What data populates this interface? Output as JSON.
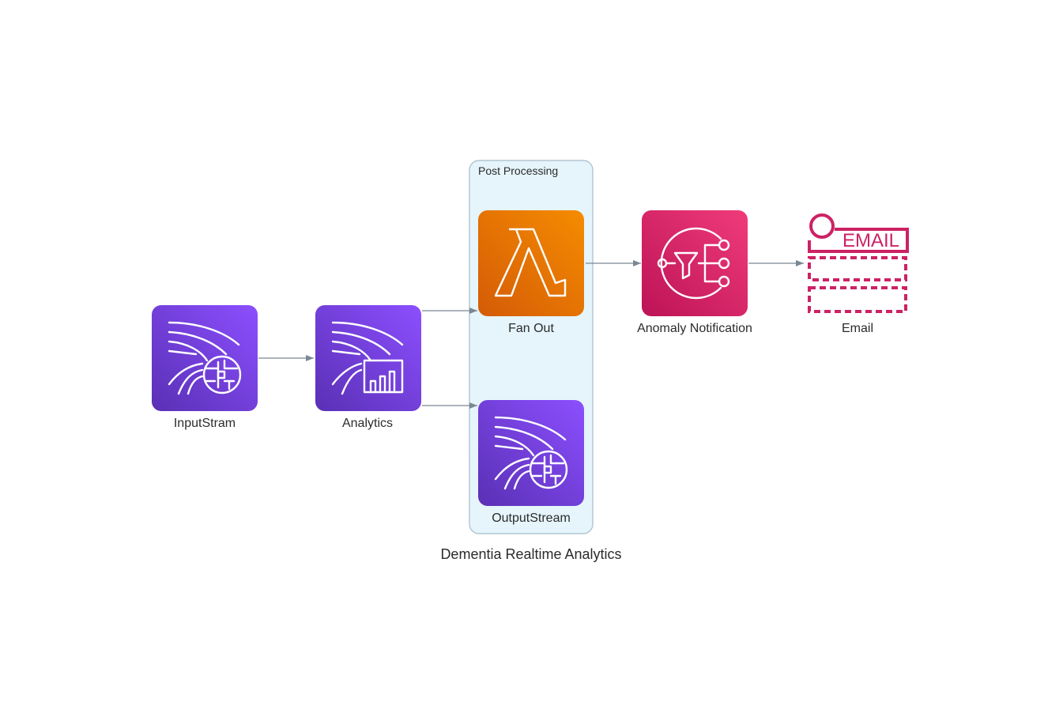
{
  "diagram": {
    "title": "Dementia Realtime Analytics",
    "cluster": {
      "label": "Post Processing"
    },
    "nodes": {
      "input_stream": {
        "label": "InputStram",
        "icon": "kinesis-data-streams-icon"
      },
      "analytics": {
        "label": "Analytics",
        "icon": "kinesis-data-analytics-icon"
      },
      "fan_out": {
        "label": "Fan Out",
        "icon": "lambda-icon"
      },
      "output_stream": {
        "label": "OutputStream",
        "icon": "kinesis-data-streams-icon"
      },
      "anomaly_notification": {
        "label": "Anomaly Notification",
        "icon": "sns-icon"
      },
      "email": {
        "label": "Email",
        "icon": "email-icon",
        "icon_text": "EMAIL"
      }
    },
    "edges": [
      {
        "from": "InputStram",
        "to": "Analytics"
      },
      {
        "from": "Analytics",
        "to": "Fan Out"
      },
      {
        "from": "Analytics",
        "to": "OutputStream"
      },
      {
        "from": "Fan Out",
        "to": "Anomaly Notification"
      },
      {
        "from": "Anomaly Notification",
        "to": "Email"
      }
    ],
    "colors": {
      "kinesis_top": "#8c4fff",
      "kinesis_bottom": "#5a30b5",
      "lambda_top": "#f58c00",
      "lambda_bottom": "#d45b07",
      "sns_top": "#f03b7a",
      "sns_bottom": "#bc1356",
      "email": "#cc2264",
      "cluster_fill": "#e5f5fb",
      "cluster_stroke": "#a9bccb",
      "edge": "#7b8794"
    }
  }
}
